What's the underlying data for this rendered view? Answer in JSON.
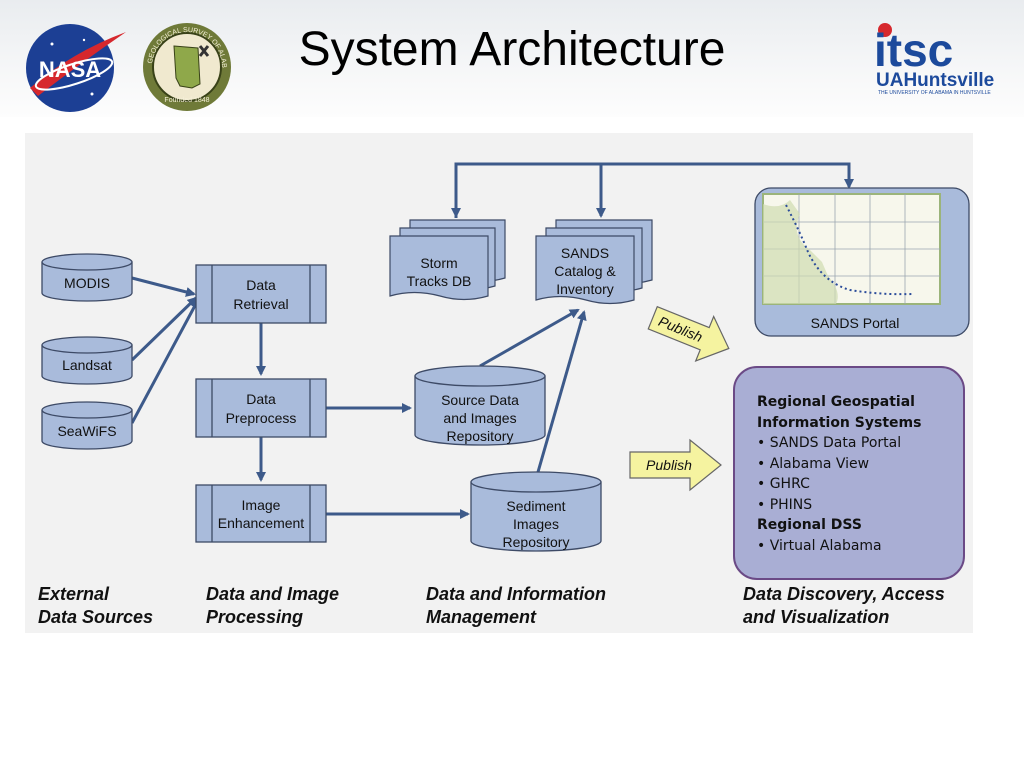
{
  "slide": {
    "title": "System Architecture"
  },
  "logos": {
    "nasa": "NASA",
    "gsa_ring": "GEOLOGICAL SURVEY OF ALABAMA",
    "gsa_founded": "Founded 1848",
    "itsc": "itsc",
    "uah": "UAHuntsville",
    "uah_tagline": "THE UNIVERSITY OF ALABAMA IN HUNTSVILLE"
  },
  "sources": [
    "MODIS",
    "Landsat",
    "SeaWiFS"
  ],
  "processing": {
    "retrieval": [
      "Data",
      "Retrieval"
    ],
    "preprocess": [
      "Data",
      "Preprocess"
    ],
    "enhancement": [
      "Image",
      "Enhancement"
    ]
  },
  "management": {
    "storm": [
      "Storm",
      "Tracks DB"
    ],
    "catalog": [
      "SANDS",
      "Catalog &",
      "Inventory"
    ],
    "source_repo": [
      "Source Data",
      "and Images",
      "Repository"
    ],
    "sediment_repo": [
      "Sediment",
      "Images",
      "Repository"
    ]
  },
  "portal": {
    "label": "SANDS Portal"
  },
  "publish": {
    "upper": "Publish",
    "lower": "Publish"
  },
  "rgis": {
    "heading1": "Regional Geospatial",
    "heading2": "Information Systems",
    "items1": [
      "• SANDS Data Portal",
      "• Alabama View",
      "• GHRC",
      "• PHINS"
    ],
    "heading3": "Regional DSS",
    "items2": [
      "• Virtual Alabama"
    ]
  },
  "columns": [
    [
      "External",
      "Data Sources"
    ],
    [
      "Data  and Image",
      "Processing"
    ],
    [
      "Data and Information",
      "Management"
    ],
    [
      "Data Discovery, Access",
      "and Visualization"
    ]
  ],
  "colors": {
    "box_fill": "#a9bbdb",
    "arrow": "#3d5a8a",
    "publish_fill": "#f5f3a0",
    "rgis_fill": "#a9aed4",
    "rgis_border": "#6b4a86"
  },
  "icons": [
    "nasa-logo",
    "gsa-seal",
    "itsc-logo"
  ]
}
